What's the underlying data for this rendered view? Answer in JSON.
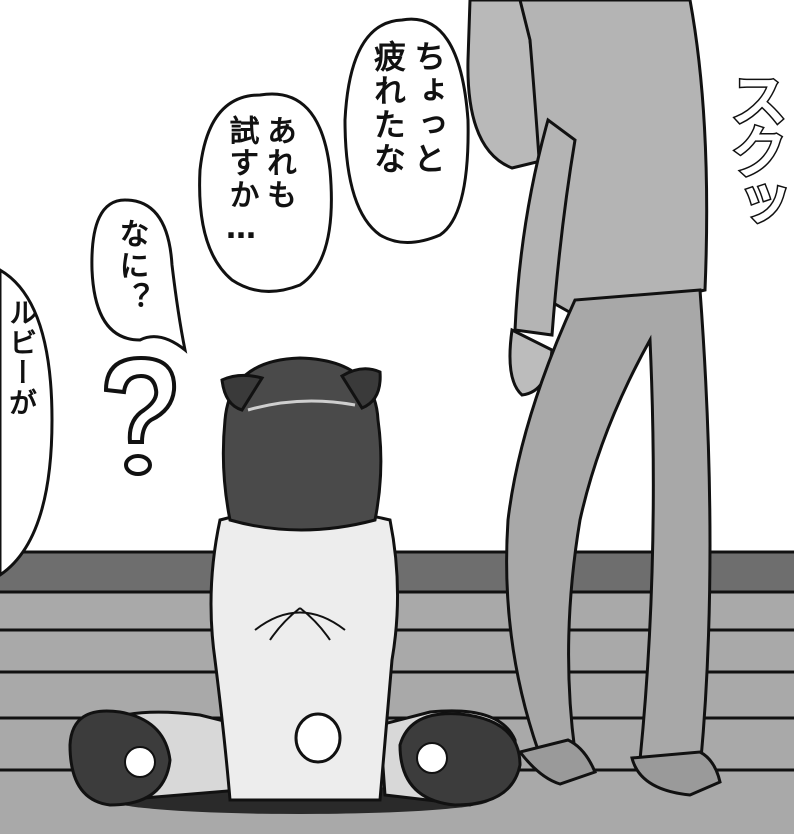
{
  "speech": {
    "tired_lines": [
      "ちょっと",
      "疲れたな"
    ],
    "try_lines": [
      "あれも",
      "試すか…"
    ],
    "what": "なに？",
    "ruby": "ルビーが"
  },
  "sfx": {
    "stand_up": "スクッ"
  },
  "icons": {
    "question": "question-mark-icon"
  },
  "colors": {
    "ink": "#111111",
    "floor_dark": "#6e6e6e",
    "floor_boards": "#a9a9a9",
    "pants_gray": "#a8a8a8",
    "hair": "#4a4a4a"
  }
}
